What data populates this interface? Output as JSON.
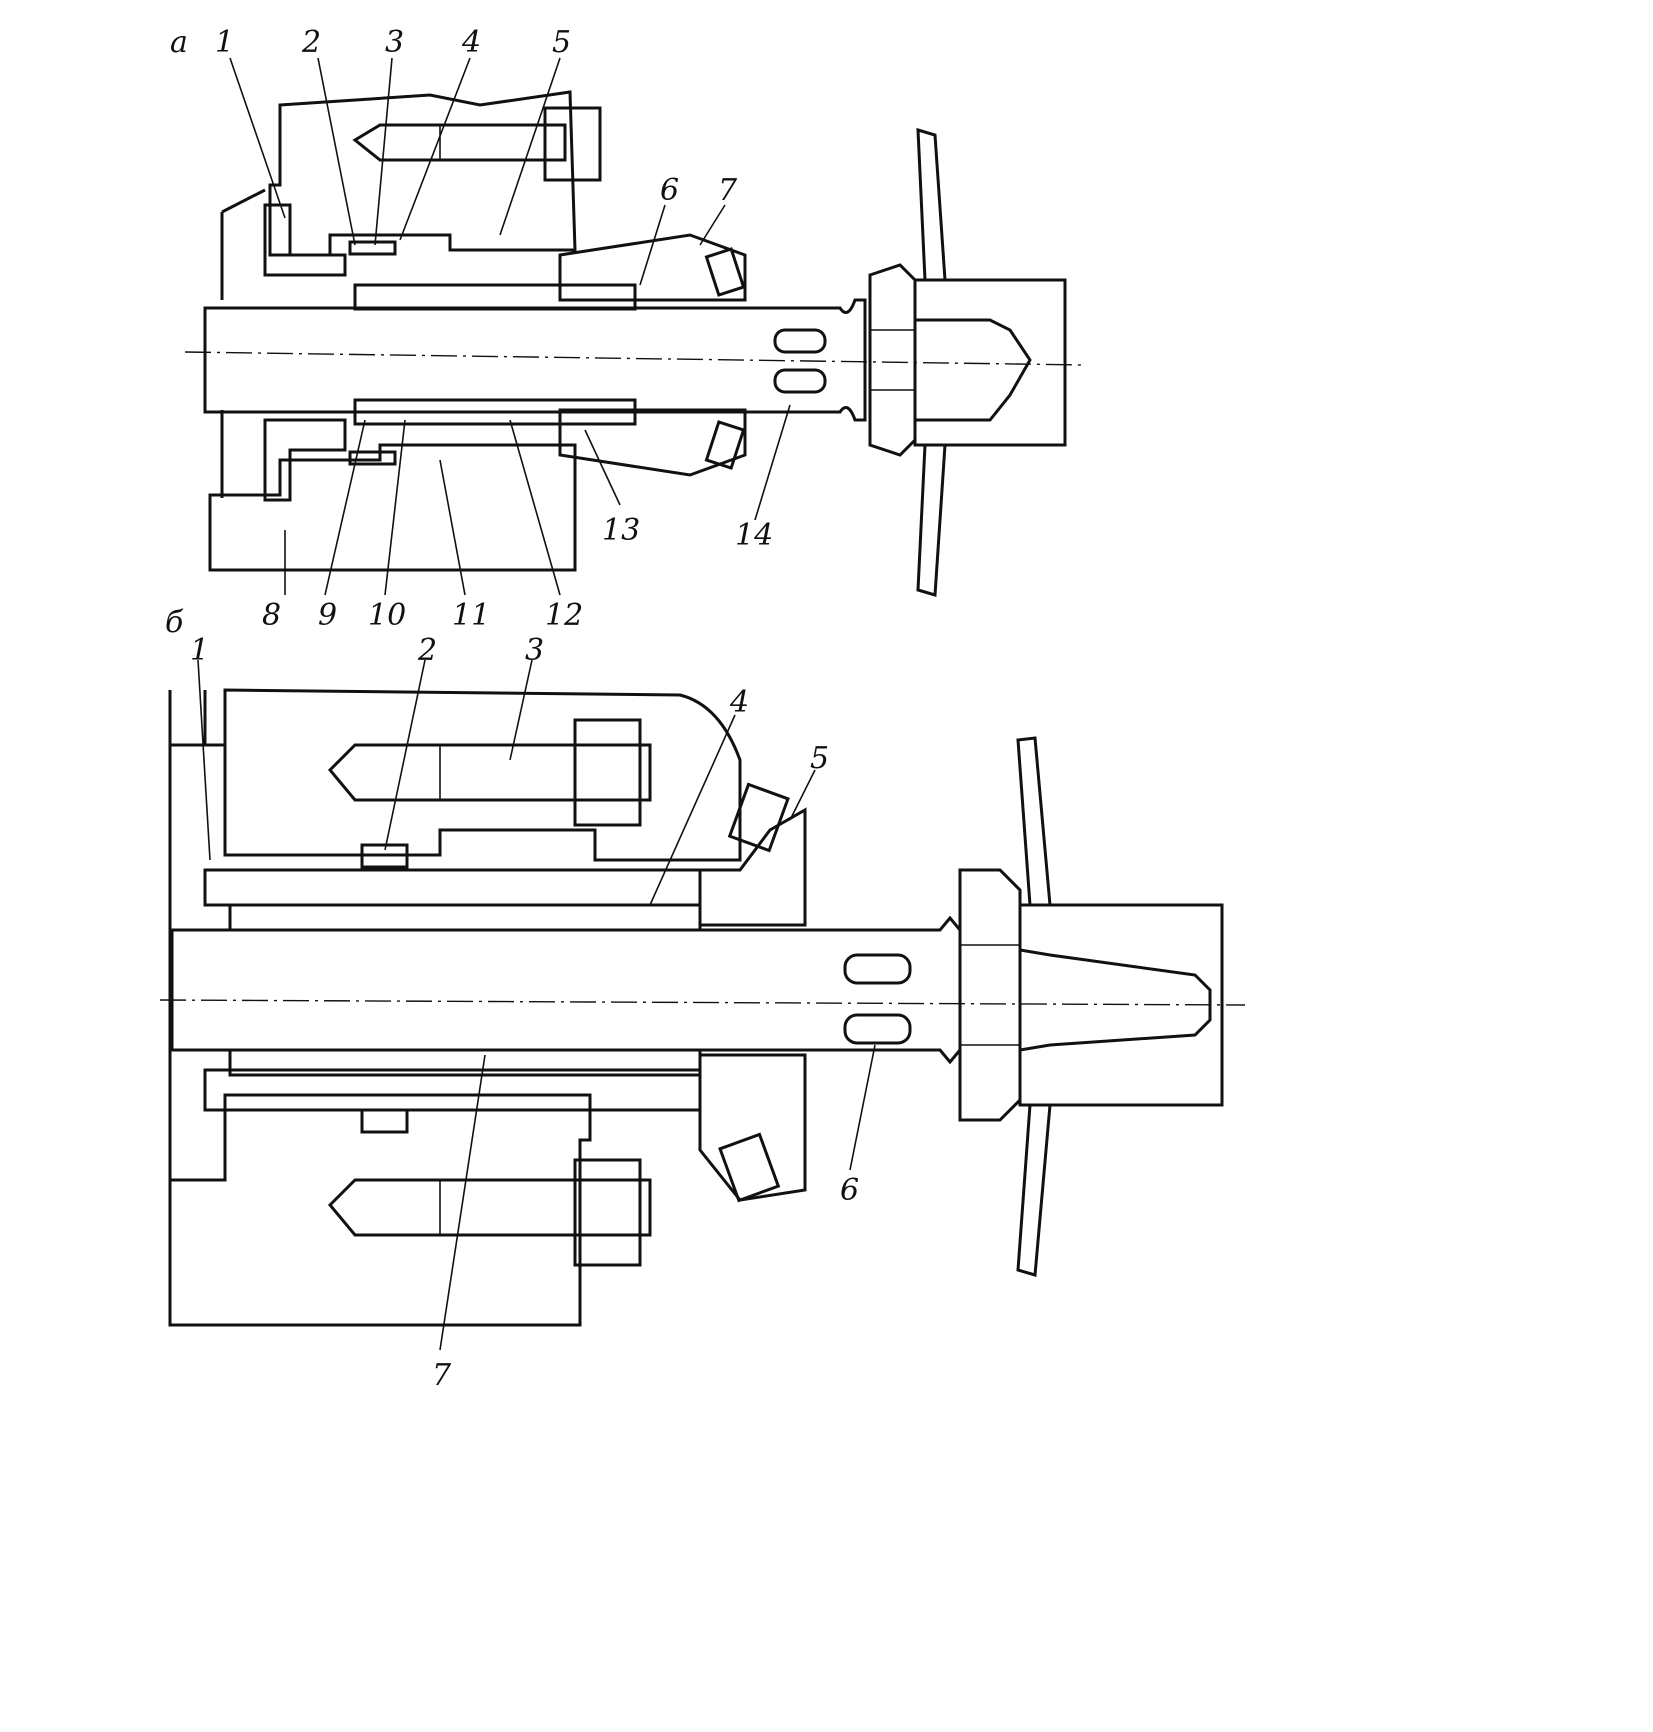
{
  "figure": {
    "view_a": {
      "tag": "а",
      "labels": [
        "1",
        "2",
        "3",
        "4",
        "5",
        "6",
        "7",
        "8",
        "9",
        "10",
        "11",
        "12",
        "13",
        "14"
      ]
    },
    "view_b": {
      "tag": "б",
      "labels": [
        "1",
        "2",
        "3",
        "4",
        "5",
        "6",
        "7"
      ]
    }
  }
}
